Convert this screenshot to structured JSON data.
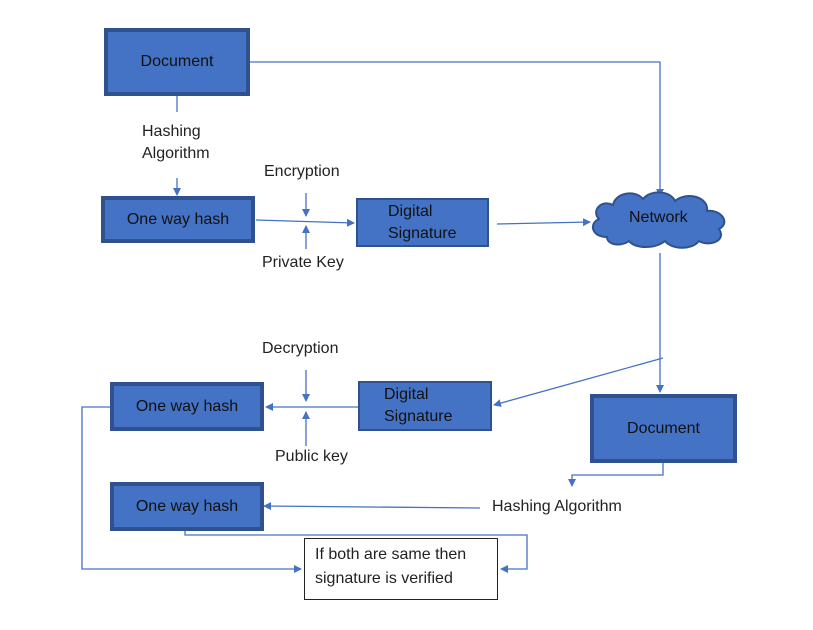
{
  "nodes": {
    "document_top": "Document",
    "one_way_hash_top": "One way hash",
    "digital_signature_top": [
      "Digital",
      "Signature"
    ],
    "network": "Network",
    "digital_signature_bottom": [
      "Digital",
      "Signature"
    ],
    "one_way_hash_decrypted": "One way hash",
    "document_bottom": "Document",
    "one_way_hash_computed": "One way hash",
    "verification": [
      "If both are same then",
      "signature is verified"
    ]
  },
  "labels": {
    "hashing_algorithm_top": [
      "Hashing",
      "Algorithm"
    ],
    "encryption": "Encryption",
    "private_key": "Private Key",
    "decryption": "Decryption",
    "public_key": "Public key",
    "hashing_algorithm_bottom": "Hashing Algorithm"
  },
  "colors": {
    "box_fill": "#4472c4",
    "box_border": "#2f528f",
    "connector": "#4472c4"
  }
}
